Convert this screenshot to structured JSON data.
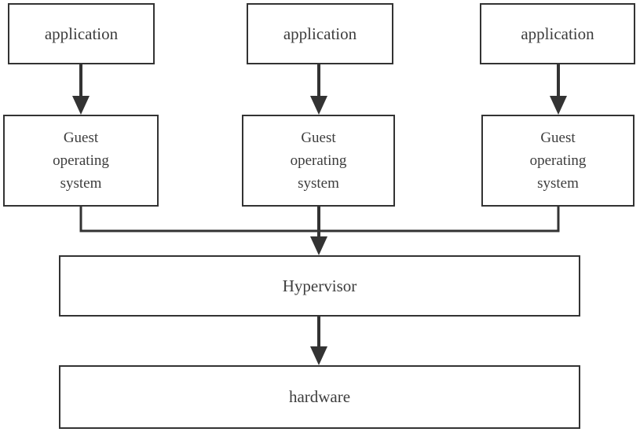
{
  "applications": [
    {
      "label": "application"
    },
    {
      "label": "application"
    },
    {
      "label": "application"
    }
  ],
  "guest_os": [
    {
      "label": "Guest\noperating\nsystem"
    },
    {
      "label": "Guest\noperating\nsystem"
    },
    {
      "label": "Guest\noperating\nsystem"
    }
  ],
  "hypervisor": {
    "label": "Hypervisor"
  },
  "hardware": {
    "label": "hardware"
  },
  "colors": {
    "stroke": "#333333",
    "text": "#3d3d3d",
    "background": "#ffffff"
  }
}
